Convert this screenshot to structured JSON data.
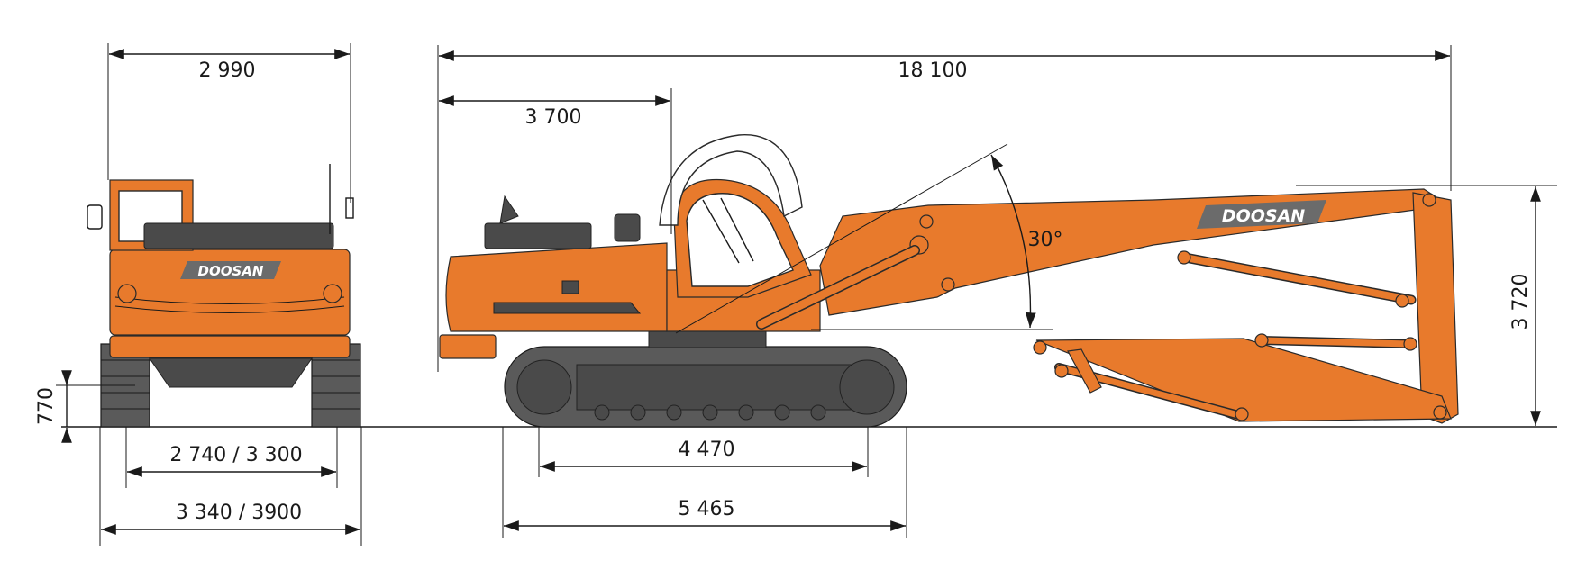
{
  "brand": {
    "logo_text": "DOOSAN",
    "body_color": "#e87a2c",
    "track_color": "#5a5a5a"
  },
  "front_view": {
    "overall_width": "2 990",
    "track_gauge": "2 740 / 3 300",
    "undercarriage_width": "3 340 / 3900",
    "ground_clearance": "770"
  },
  "side_view": {
    "overall_length": "18 100",
    "tail_swing": "3 700",
    "tumbler_distance": "4 470",
    "track_length": "5 465",
    "transport_height": "3 720",
    "boom_angle": "30°"
  }
}
